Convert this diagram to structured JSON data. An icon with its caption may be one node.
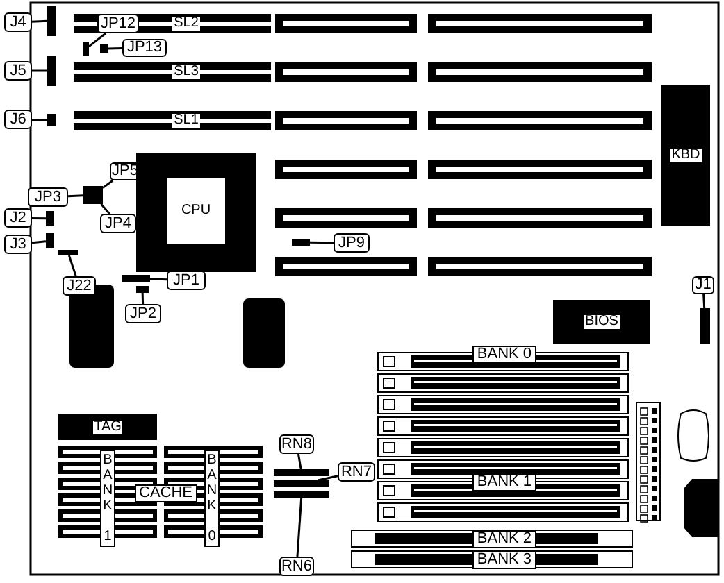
{
  "diagram": {
    "nodes": [
      {
        "text": [
          "J4"
        ]
      },
      {
        "text": [],
        "shape": "bar"
      },
      {
        "text": [
          "SL2"
        ]
      },
      {
        "text": [
          "JP12"
        ],
        "in": 2
      },
      {
        "text": [],
        "shape": "bar"
      },
      {
        "text": [],
        "shape": "bar"
      },
      {
        "text": [
          "JP13"
        ]
      },
      {
        "text": [
          "J5"
        ]
      },
      {
        "text": [],
        "shape": "bar"
      },
      {
        "text": [
          "SL3"
        ]
      },
      {
        "text": [
          "J6"
        ]
      },
      {
        "text": [],
        "shape": "bar"
      },
      {
        "text": [
          "SL1"
        ]
      },
      {
        "text": [
          "KBD"
        ]
      },
      {
        "text": [
          "JP5"
        ]
      },
      {
        "text": [
          "JP3"
        ]
      },
      {
        "text": [],
        "shape": "bar"
      },
      {
        "text": [
          "CPU"
        ]
      },
      {
        "text": [
          "J2"
        ]
      },
      {
        "text": [],
        "shape": "bar"
      },
      {
        "text": [
          "JP4"
        ]
      },
      {
        "text": [
          "J3"
        ]
      },
      {
        "text": [],
        "shape": "bar"
      },
      {
        "text": [],
        "shape": "bar"
      },
      {
        "text": [
          "JP9"
        ]
      },
      {
        "text": [],
        "shape": "bar"
      },
      {
        "text": [
          "J22"
        ]
      },
      {
        "text": [],
        "shape": "bar"
      },
      {
        "text": [
          "JP1"
        ]
      },
      {
        "text": [],
        "shape": "bar"
      },
      {
        "text": [
          "JP2"
        ]
      },
      {
        "text": [
          "J1"
        ]
      },
      {
        "text": [],
        "shape": "bar"
      },
      {
        "text": [
          "BIOS"
        ]
      },
      {
        "text": [
          "TAG"
        ]
      },
      {
        "text": [
          "RN8"
        ]
      },
      {
        "text": [],
        "shape": "bar"
      },
      {
        "text": [],
        "shape": "bar"
      },
      {
        "text": [],
        "shape": "bar"
      },
      {
        "text": [
          "RN7"
        ]
      },
      {
        "text": [
          "RN6"
        ]
      }
    ],
    "edges": [
      {
        "from": 0,
        "to": 1,
        "arrow": "none"
      },
      {
        "from": 3,
        "to": 4,
        "arrow": "none"
      },
      {
        "from": 6,
        "to": 5,
        "arrow": "none"
      },
      {
        "from": 7,
        "to": 8,
        "arrow": "none"
      },
      {
        "from": 10,
        "to": 11,
        "arrow": "none"
      },
      {
        "from": 14,
        "to": 16,
        "arrow": "none"
      },
      {
        "from": 15,
        "to": 16,
        "arrow": "none"
      },
      {
        "from": 20,
        "to": 16,
        "arrow": "none"
      },
      {
        "from": 18,
        "to": 19,
        "arrow": "none"
      },
      {
        "from": 21,
        "to": 22,
        "arrow": "none"
      },
      {
        "from": 24,
        "to": 23,
        "arrow": "none"
      },
      {
        "from": 26,
        "to": 25,
        "arrow": "none"
      },
      {
        "from": 28,
        "to": 27,
        "arrow": "none"
      },
      {
        "from": 30,
        "to": 29,
        "arrow": "none"
      },
      {
        "from": 31,
        "to": 32,
        "arrow": "none"
      },
      {
        "from": 35,
        "to": 36,
        "arrow": "none"
      },
      {
        "from": 39,
        "to": 37,
        "arrow": "none"
      },
      {
        "from": 40,
        "to": 38,
        "arrow": "none"
      }
    ],
    "labels": [
      "BANK 0",
      "BANK 1",
      "CACHE",
      "BANK 0",
      "BANK 1",
      "BANK 2",
      "BANK 3"
    ]
  }
}
